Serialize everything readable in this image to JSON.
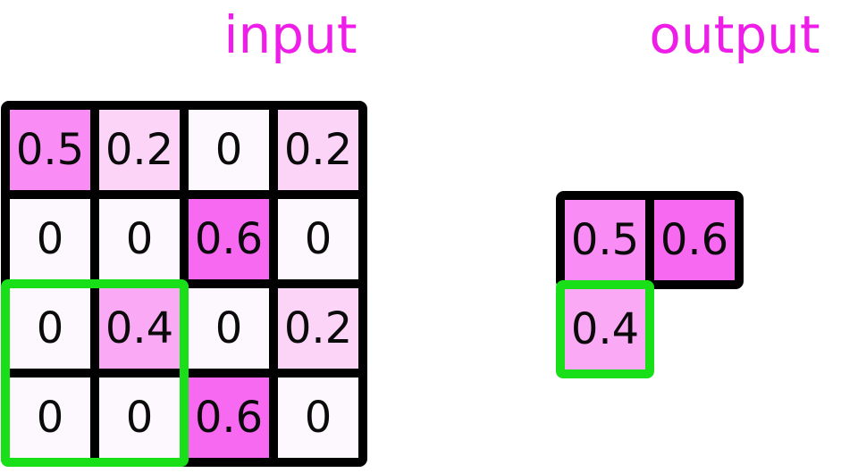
{
  "titles": {
    "input": "input",
    "output": "output"
  },
  "colors": {
    "background": "#ffffff",
    "title_text": "#ee1ee8",
    "grid_line": "#000000",
    "cell_text": "#0a0a0a",
    "highlight_green": "#19df19",
    "value_colors": {
      "0": "#fdf8fd",
      "0.2": "#fbd4f8",
      "0.4": "#faaaf4",
      "0.5": "#fa8cf5",
      "0.6": "#f769f0"
    }
  },
  "input_grid": {
    "rows": 4,
    "cols": 4,
    "values": [
      [
        "0.5",
        "0.2",
        "0",
        "0.2"
      ],
      [
        "0",
        "0",
        "0.6",
        "0"
      ],
      [
        "0",
        "0.4",
        "0",
        "0.2"
      ],
      [
        "0",
        "0",
        "0.6",
        "0"
      ]
    ],
    "highlight_region": {
      "row_start": 3,
      "col_start": 1,
      "rows": 2,
      "cols": 2,
      "values": [
        [
          "0",
          "0.4"
        ],
        [
          "0",
          "0"
        ]
      ]
    }
  },
  "output_grid": {
    "top_row_values": [
      "0.5",
      "0.6"
    ],
    "highlight_value": "0.4"
  }
}
